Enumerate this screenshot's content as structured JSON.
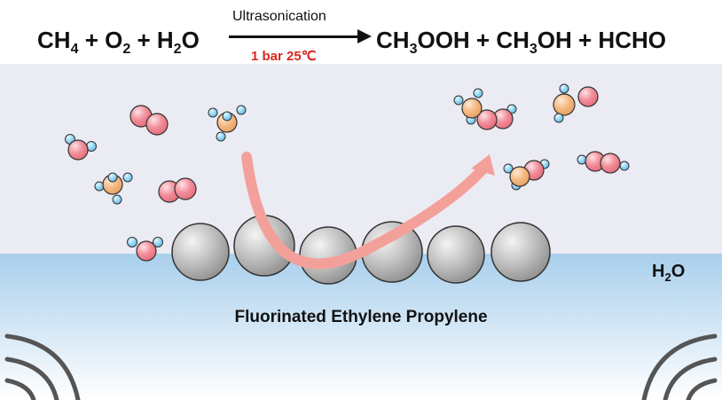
{
  "equation": {
    "reactants": [
      {
        "base": "CH",
        "sub": "4"
      },
      {
        "base": " + O",
        "sub": "2"
      },
      {
        "base": " + H",
        "sub": "2"
      },
      {
        "base": "O",
        "sub": ""
      }
    ],
    "products": [
      {
        "base": "CH",
        "sub": "3"
      },
      {
        "base": "OOH + CH",
        "sub": "3"
      },
      {
        "base": "OH + HCHO",
        "sub": ""
      }
    ],
    "condition_top": "Ultrasonication",
    "condition_bottom": "1 bar  25℃",
    "condition_bottom_color": "#d9271e"
  },
  "labels": {
    "water_base": "H",
    "water_sub": "2",
    "water_tail": "O",
    "material": "Fluorinated Ethylene Propylene"
  },
  "colors": {
    "air": "#ebebf3",
    "water_top": "#a8cfec",
    "water_bottom": "#ffffff",
    "oxygen": "#f28c98",
    "carbon": "#f5b982",
    "hydrogen": "#8fd3f4",
    "arrow": "#f4a09a",
    "sphere": "#bdbdbd",
    "wave": "#555555"
  },
  "icons": {
    "sound_wave_left": "sound-wave-icon",
    "sound_wave_right": "sound-wave-icon"
  }
}
